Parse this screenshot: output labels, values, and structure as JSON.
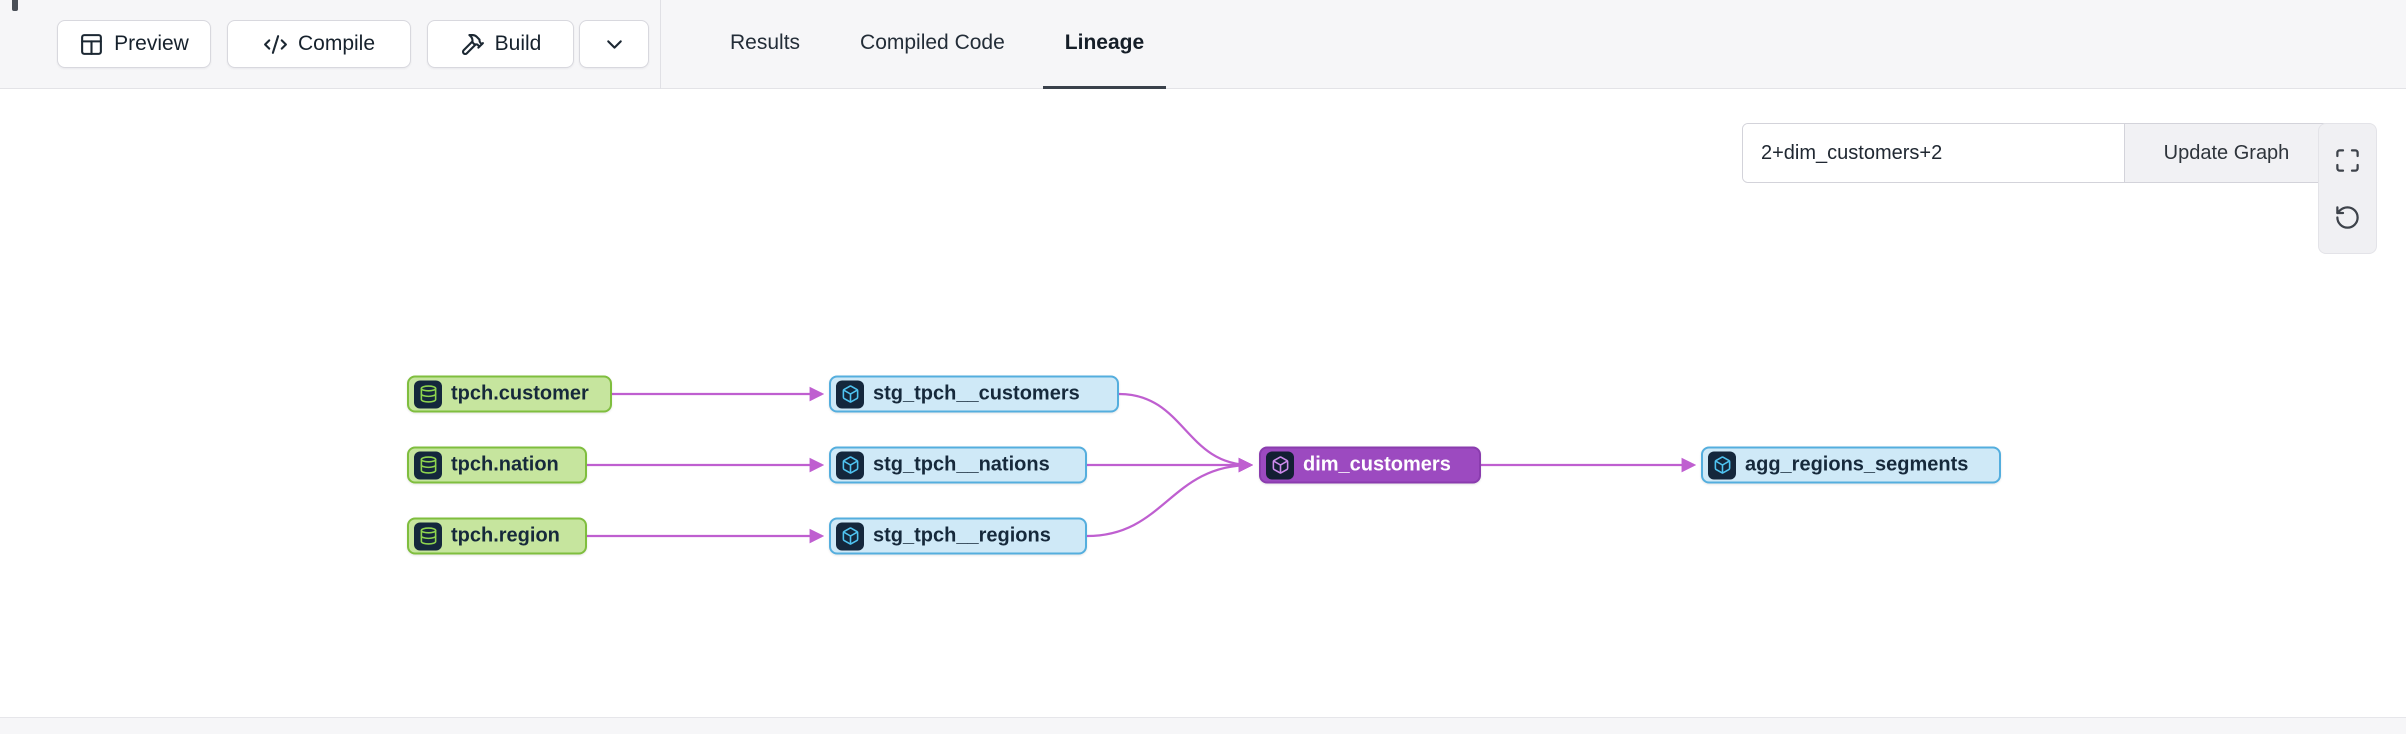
{
  "toolbar": {
    "buttons": [
      {
        "label": "Preview",
        "icon": "table-icon"
      },
      {
        "label": "Compile",
        "icon": "code-icon"
      },
      {
        "label": "Build",
        "icon": "hammer-icon"
      }
    ],
    "build_menu_icon": "chevron-down-icon"
  },
  "tabs": [
    {
      "label": "Results",
      "active": false
    },
    {
      "label": "Compiled Code",
      "active": false
    },
    {
      "label": "Lineage",
      "active": true
    }
  ],
  "lineage": {
    "selector": {
      "value": "2+dim_customers+2"
    },
    "update_graph_label": "Update Graph",
    "controls": [
      "fullscreen-icon",
      "rotate-ccw-icon"
    ],
    "colors": {
      "source_bg": "#c6e59e",
      "source_border": "#7fbe3e",
      "model_bg": "#cfe9f7",
      "model_border": "#54aede",
      "selected_bg": "#9c4ac0",
      "selected_border": "#8a3cae",
      "edge": "#bf5fd0",
      "icon_chip_bg": "#14273c"
    },
    "nodes": [
      {
        "id": "tpch.customer",
        "label": "tpch.customer",
        "kind": "source"
      },
      {
        "id": "tpch.nation",
        "label": "tpch.nation",
        "kind": "source"
      },
      {
        "id": "tpch.region",
        "label": "tpch.region",
        "kind": "source"
      },
      {
        "id": "stg_tpch__customers",
        "label": "stg_tpch__customers",
        "kind": "model"
      },
      {
        "id": "stg_tpch__nations",
        "label": "stg_tpch__nations",
        "kind": "model"
      },
      {
        "id": "stg_tpch__regions",
        "label": "stg_tpch__regions",
        "kind": "model"
      },
      {
        "id": "dim_customers",
        "label": "dim_customers",
        "kind": "selected"
      },
      {
        "id": "agg_regions_segments",
        "label": "agg_regions_segments",
        "kind": "model"
      }
    ],
    "edges": [
      {
        "from": "tpch.customer",
        "to": "stg_tpch__customers"
      },
      {
        "from": "tpch.nation",
        "to": "stg_tpch__nations"
      },
      {
        "from": "tpch.region",
        "to": "stg_tpch__regions"
      },
      {
        "from": "stg_tpch__customers",
        "to": "dim_customers"
      },
      {
        "from": "stg_tpch__nations",
        "to": "dim_customers"
      },
      {
        "from": "stg_tpch__regions",
        "to": "dim_customers"
      },
      {
        "from": "dim_customers",
        "to": "agg_regions_segments"
      }
    ]
  }
}
